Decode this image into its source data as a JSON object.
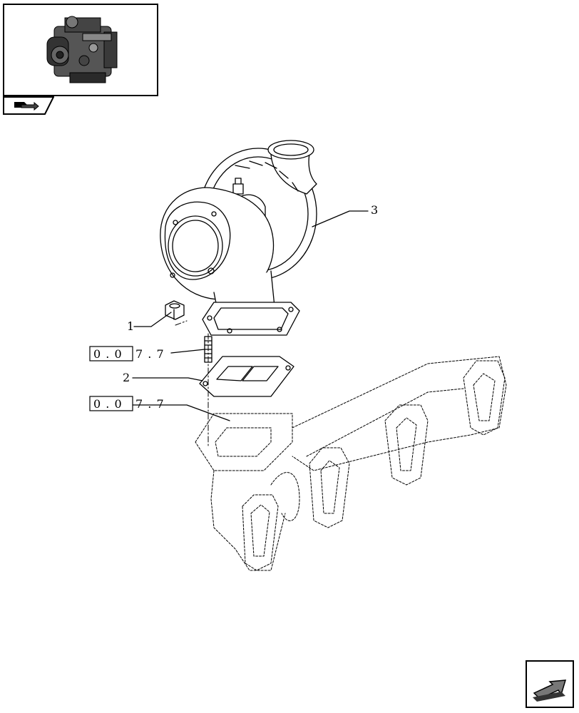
{
  "callouts": {
    "item1": "1",
    "item2": "2",
    "item3": "3"
  },
  "references": {
    "ref_a": {
      "boxed": "0 . 0",
      "rest": "7 . 7"
    },
    "ref_b": {
      "boxed": "0 . 0",
      "rest": "7 . 7"
    }
  },
  "icons": {
    "thumbnail": "engine-thumbnail-icon",
    "nav_tab": "book-arrow-icon",
    "next_page": "next-page-arrow-icon"
  },
  "colors": {
    "line": "#000000",
    "background": "#ffffff"
  }
}
